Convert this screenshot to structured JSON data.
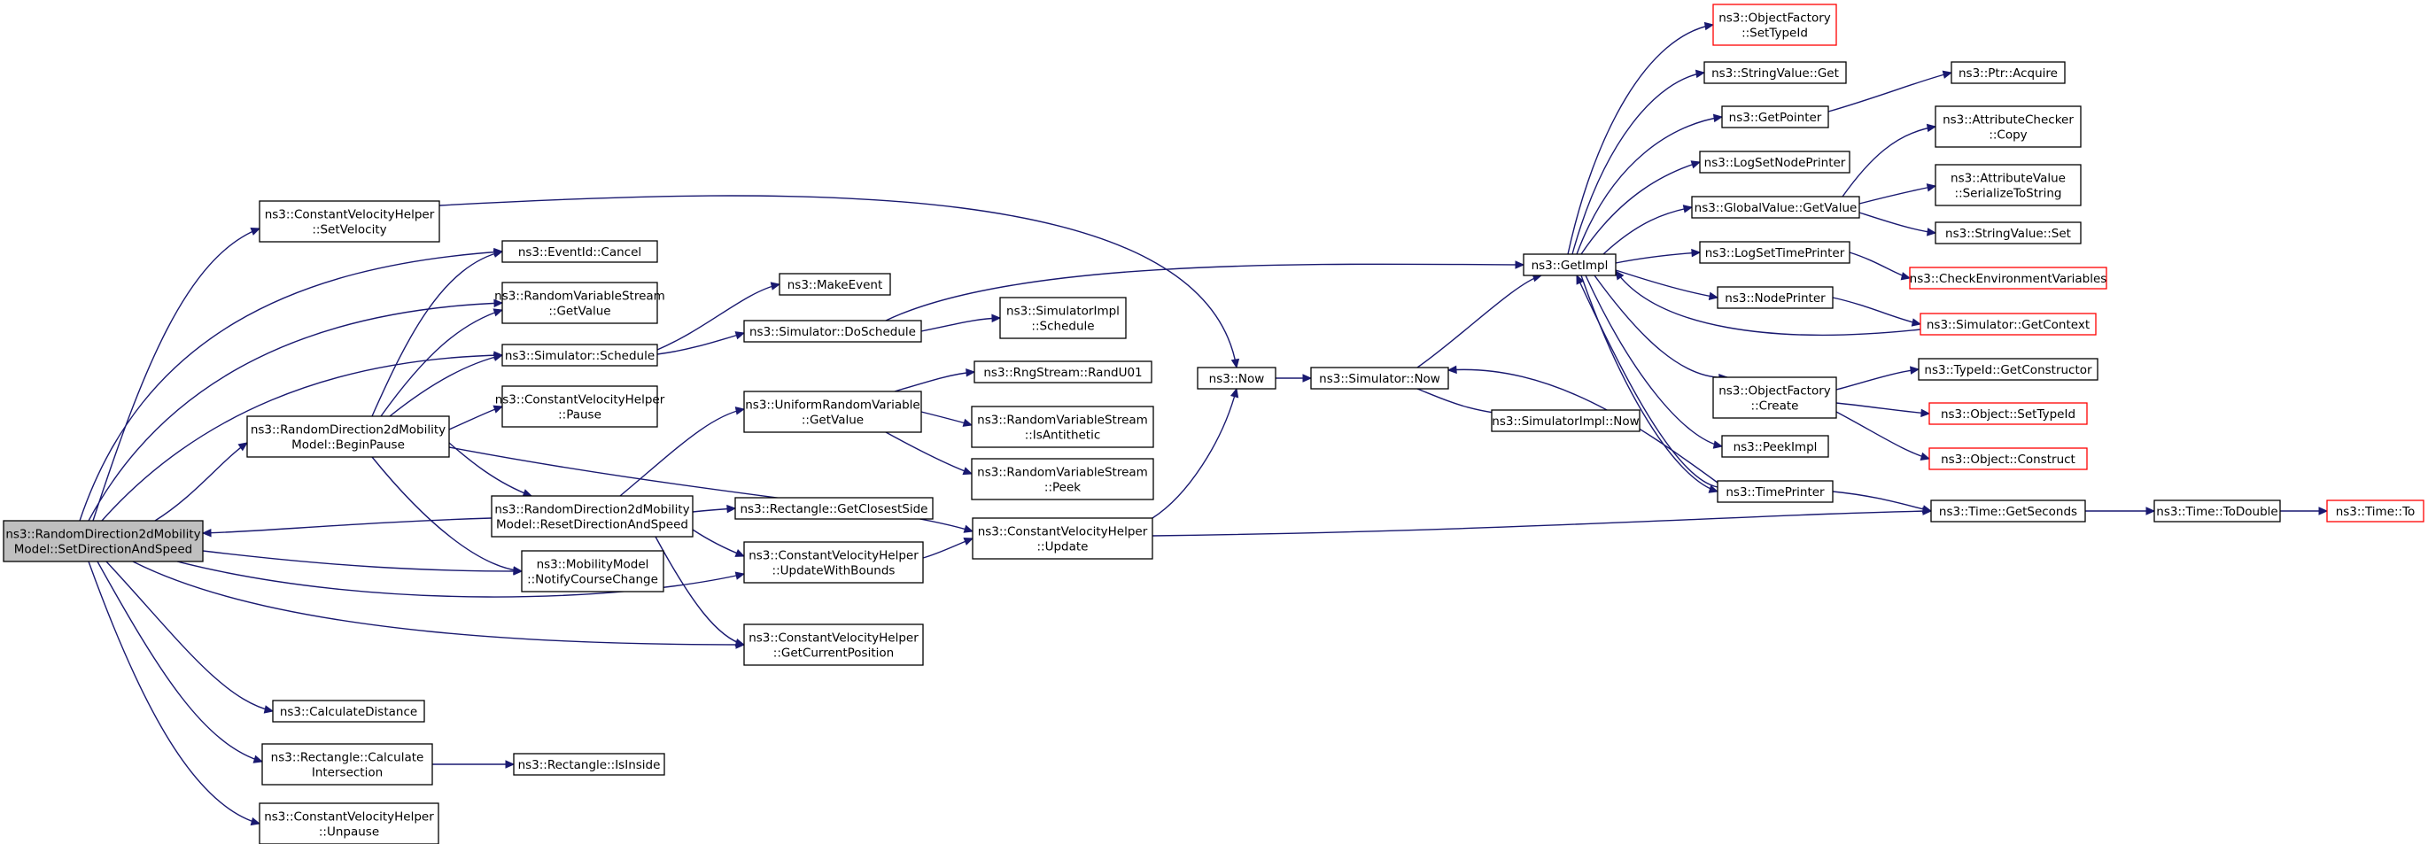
{
  "diagram": {
    "root": [
      "ns3::RandomDirection2dMobility",
      "Model::SetDirectionAndSpeed"
    ],
    "nodes": {
      "root": {
        "lines": [
          "ns3::RandomDirection2dMobility",
          "Model::SetDirectionAndSpeed"
        ],
        "style": "root"
      },
      "cvh_setvelocity": {
        "lines": [
          "ns3::ConstantVelocityHelper",
          "::SetVelocity"
        ]
      },
      "eventid_cancel": {
        "lines": [
          "ns3::EventId::Cancel"
        ]
      },
      "rvs_getvalue": {
        "lines": [
          "ns3::RandomVariableStream",
          "::GetValue"
        ]
      },
      "sim_schedule": {
        "lines": [
          "ns3::Simulator::Schedule"
        ]
      },
      "cvh_pause": {
        "lines": [
          "ns3::ConstantVelocityHelper",
          "::Pause"
        ]
      },
      "beginpause": {
        "lines": [
          "ns3::RandomDirection2dMobility",
          "Model::BeginPause"
        ]
      },
      "resetdir": {
        "lines": [
          "ns3::RandomDirection2dMobility",
          "Model::ResetDirectionAndSpeed"
        ]
      },
      "notifycourse": {
        "lines": [
          "ns3::MobilityModel",
          "::NotifyCourseChange"
        ]
      },
      "calcdistance": {
        "lines": [
          "ns3::CalculateDistance"
        ]
      },
      "rect_calcint": {
        "lines": [
          "ns3::Rectangle::Calculate",
          "Intersection"
        ]
      },
      "cvh_unpause": {
        "lines": [
          "ns3::ConstantVelocityHelper",
          "::Unpause"
        ]
      },
      "rect_isinside": {
        "lines": [
          "ns3::Rectangle::IsInside"
        ]
      },
      "makeevent": {
        "lines": [
          "ns3::MakeEvent"
        ]
      },
      "sim_doschedule": {
        "lines": [
          "ns3::Simulator::DoSchedule"
        ]
      },
      "urv_getvalue": {
        "lines": [
          "ns3::UniformRandomVariable",
          "::GetValue"
        ]
      },
      "rect_closest": {
        "lines": [
          "ns3::Rectangle::GetClosestSide"
        ]
      },
      "cvh_updatebounds": {
        "lines": [
          "ns3::ConstantVelocityHelper",
          "::UpdateWithBounds"
        ]
      },
      "cvh_getpos": {
        "lines": [
          "ns3::ConstantVelocityHelper",
          "::GetCurrentPosition"
        ]
      },
      "simimpl_schedule": {
        "lines": [
          "ns3::SimulatorImpl",
          "::Schedule"
        ]
      },
      "rng_randu01": {
        "lines": [
          "ns3::RngStream::RandU01"
        ]
      },
      "rvs_isanti": {
        "lines": [
          "ns3::RandomVariableStream",
          "::IsAntithetic"
        ]
      },
      "rvs_peek": {
        "lines": [
          "ns3::RandomVariableStream",
          "::Peek"
        ]
      },
      "cvh_update": {
        "lines": [
          "ns3::ConstantVelocityHelper",
          "::Update"
        ]
      },
      "now": {
        "lines": [
          "ns3::Now"
        ]
      },
      "sim_now": {
        "lines": [
          "ns3::Simulator::Now"
        ]
      },
      "simimpl_now": {
        "lines": [
          "ns3::SimulatorImpl::Now"
        ]
      },
      "getimpl": {
        "lines": [
          "ns3::GetImpl"
        ]
      },
      "of_settypeid": {
        "lines": [
          "ns3::ObjectFactory",
          "::SetTypeId"
        ],
        "style": "red"
      },
      "stringvalue_get": {
        "lines": [
          "ns3::StringValue::Get"
        ]
      },
      "getpointer": {
        "lines": [
          "ns3::GetPointer"
        ]
      },
      "logsetnode": {
        "lines": [
          "ns3::LogSetNodePrinter"
        ]
      },
      "gv_getvalue": {
        "lines": [
          "ns3::GlobalValue::GetValue"
        ]
      },
      "logsettime": {
        "lines": [
          "ns3::LogSetTimePrinter"
        ]
      },
      "nodeprinter": {
        "lines": [
          "ns3::NodePrinter"
        ]
      },
      "of_create": {
        "lines": [
          "ns3::ObjectFactory",
          "::Create"
        ]
      },
      "peekimpl": {
        "lines": [
          "ns3::PeekImpl"
        ]
      },
      "timeprinter": {
        "lines": [
          "ns3::TimePrinter"
        ]
      },
      "ptr_acquire": {
        "lines": [
          "ns3::Ptr::Acquire"
        ]
      },
      "ac_copy": {
        "lines": [
          "ns3::AttributeChecker",
          "::Copy"
        ]
      },
      "av_serialize": {
        "lines": [
          "ns3::AttributeValue",
          "::SerializeToString"
        ]
      },
      "stringvalue_set": {
        "lines": [
          "ns3::StringValue::Set"
        ]
      },
      "checkenv": {
        "lines": [
          "ns3::CheckEnvironmentVariables"
        ],
        "style": "red"
      },
      "sim_getcontext": {
        "lines": [
          "ns3::Simulator::GetContext"
        ],
        "style": "red"
      },
      "typeid_getctor": {
        "lines": [
          "ns3::TypeId::GetConstructor"
        ]
      },
      "obj_settypeid": {
        "lines": [
          "ns3::Object::SetTypeId"
        ],
        "style": "red"
      },
      "obj_construct": {
        "lines": [
          "ns3::Object::Construct"
        ],
        "style": "red"
      },
      "time_getseconds": {
        "lines": [
          "ns3::Time::GetSeconds"
        ]
      },
      "time_todouble": {
        "lines": [
          "ns3::Time::ToDouble"
        ]
      },
      "time_to": {
        "lines": [
          "ns3::Time::To"
        ],
        "style": "red"
      }
    },
    "edges": [
      [
        "root",
        "cvh_setvelocity"
      ],
      [
        "root",
        "eventid_cancel"
      ],
      [
        "root",
        "rvs_getvalue"
      ],
      [
        "root",
        "sim_schedule"
      ],
      [
        "root",
        "beginpause"
      ],
      [
        "root",
        "notifycourse"
      ],
      [
        "root",
        "cvh_updatebounds"
      ],
      [
        "root",
        "cvh_getpos"
      ],
      [
        "root",
        "calcdistance"
      ],
      [
        "root",
        "rect_calcint"
      ],
      [
        "root",
        "cvh_unpause"
      ],
      [
        "cvh_setvelocity",
        "now"
      ],
      [
        "beginpause",
        "eventid_cancel"
      ],
      [
        "beginpause",
        "rvs_getvalue"
      ],
      [
        "beginpause",
        "sim_schedule"
      ],
      [
        "beginpause",
        "cvh_pause"
      ],
      [
        "beginpause",
        "resetdir"
      ],
      [
        "beginpause",
        "notifycourse"
      ],
      [
        "beginpause",
        "cvh_update"
      ],
      [
        "resetdir",
        "root"
      ],
      [
        "resetdir",
        "urv_getvalue"
      ],
      [
        "resetdir",
        "rect_closest"
      ],
      [
        "resetdir",
        "cvh_updatebounds"
      ],
      [
        "resetdir",
        "cvh_getpos"
      ],
      [
        "sim_schedule",
        "makeevent"
      ],
      [
        "sim_schedule",
        "sim_doschedule"
      ],
      [
        "sim_doschedule",
        "simimpl_schedule"
      ],
      [
        "sim_doschedule",
        "getimpl"
      ],
      [
        "urv_getvalue",
        "rng_randu01"
      ],
      [
        "urv_getvalue",
        "rvs_isanti"
      ],
      [
        "urv_getvalue",
        "rvs_peek"
      ],
      [
        "cvh_updatebounds",
        "cvh_update"
      ],
      [
        "cvh_update",
        "now"
      ],
      [
        "cvh_update",
        "time_getseconds"
      ],
      [
        "rect_calcint",
        "rect_isinside"
      ],
      [
        "now",
        "sim_now"
      ],
      [
        "sim_now",
        "getimpl"
      ],
      [
        "sim_now",
        "simimpl_now"
      ],
      [
        "getimpl",
        "of_settypeid"
      ],
      [
        "getimpl",
        "stringvalue_get"
      ],
      [
        "getimpl",
        "getpointer"
      ],
      [
        "getimpl",
        "logsetnode"
      ],
      [
        "getimpl",
        "gv_getvalue"
      ],
      [
        "getimpl",
        "logsettime"
      ],
      [
        "getimpl",
        "nodeprinter"
      ],
      [
        "getimpl",
        "of_create"
      ],
      [
        "getimpl",
        "peekimpl"
      ],
      [
        "getimpl",
        "timeprinter"
      ],
      [
        "getpointer",
        "ptr_acquire"
      ],
      [
        "gv_getvalue",
        "ac_copy"
      ],
      [
        "gv_getvalue",
        "av_serialize"
      ],
      [
        "gv_getvalue",
        "stringvalue_set"
      ],
      [
        "logsettime",
        "checkenv"
      ],
      [
        "nodeprinter",
        "sim_getcontext"
      ],
      [
        "sim_getcontext",
        "getimpl"
      ],
      [
        "of_create",
        "typeid_getctor"
      ],
      [
        "of_create",
        "obj_settypeid"
      ],
      [
        "of_create",
        "obj_construct"
      ],
      [
        "timeprinter",
        "getimpl"
      ],
      [
        "timeprinter",
        "sim_now"
      ],
      [
        "timeprinter",
        "time_getseconds"
      ],
      [
        "time_getseconds",
        "time_todouble"
      ],
      [
        "time_todouble",
        "time_to"
      ]
    ],
    "colors": {
      "edge": "#191970",
      "node_border": "#000000",
      "link_missing_border": "#ff0000",
      "root_fill": "#bfbfbf",
      "node_fill": "#ffffff"
    }
  }
}
